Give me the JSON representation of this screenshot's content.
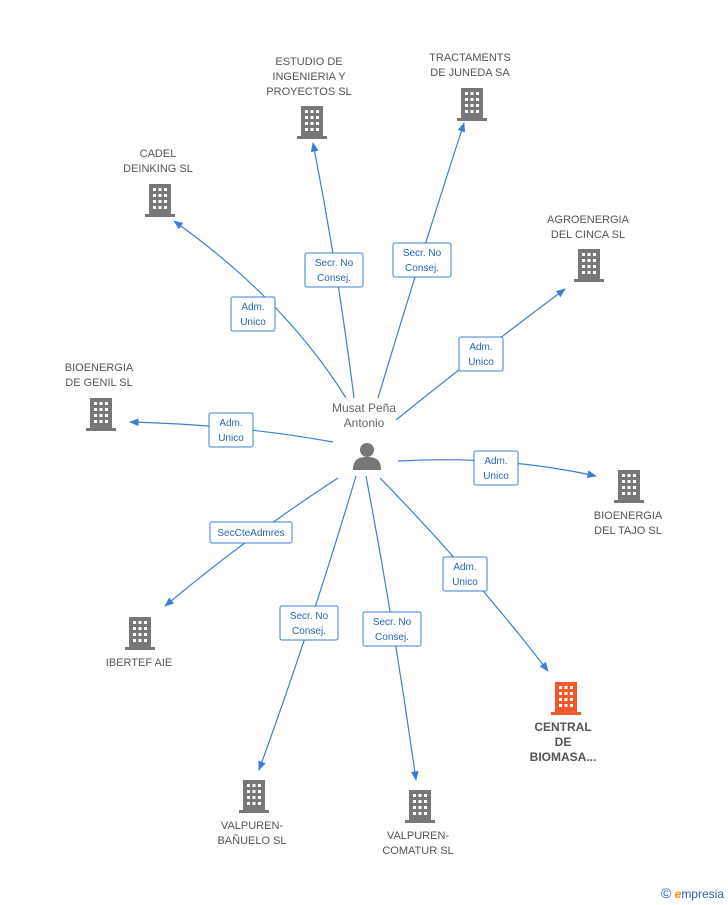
{
  "center": {
    "label_lines": [
      "Musat Peña",
      "Antonio"
    ],
    "icon": "person-icon"
  },
  "colors": {
    "edge": "#3b7fd4",
    "node": "#777777",
    "highlight": "#f05a28"
  },
  "nodes": [
    {
      "id": "estudio",
      "label_lines": [
        "ESTUDIO DE",
        "INGENIERIA Y",
        "PROYECTOS SL"
      ],
      "icon": "building-icon",
      "relation": [
        "Secr. No",
        "Consej."
      ]
    },
    {
      "id": "tractaments",
      "label_lines": [
        "TRACTAMENTS",
        "DE JUNEDA SA"
      ],
      "icon": "building-icon",
      "relation": [
        "Secr. No",
        "Consej."
      ]
    },
    {
      "id": "cadel",
      "label_lines": [
        "CADEL",
        "DEINKING SL"
      ],
      "icon": "building-icon",
      "relation": [
        "Adm.",
        "Unico"
      ]
    },
    {
      "id": "agroenergia",
      "label_lines": [
        "AGROENERGIA",
        "DEL CINCA SL"
      ],
      "icon": "building-icon",
      "relation": [
        "Adm.",
        "Unico"
      ]
    },
    {
      "id": "genil",
      "label_lines": [
        "BIOENERGIA",
        "DE GENIL SL"
      ],
      "icon": "building-icon",
      "relation": [
        "Adm.",
        "Unico"
      ]
    },
    {
      "id": "tajo",
      "label_lines": [
        "BIOENERGIA",
        "DEL TAJO SL"
      ],
      "icon": "building-icon",
      "relation": [
        "Adm.",
        "Unico"
      ]
    },
    {
      "id": "ibertef",
      "label_lines": [
        "IBERTEF AIE"
      ],
      "icon": "building-icon",
      "relation": [
        "SecCteAdmres"
      ]
    },
    {
      "id": "central",
      "label_lines": [
        "CENTRAL",
        "DE",
        "BIOMASA..."
      ],
      "icon": "building-icon",
      "relation": [
        "Adm.",
        "Unico"
      ],
      "highlight": true
    },
    {
      "id": "banuelo",
      "label_lines": [
        "VALPUREN-",
        "BAÑUELO SL"
      ],
      "icon": "building-icon",
      "relation": [
        "Secr. No",
        "Consej."
      ]
    },
    {
      "id": "comatur",
      "label_lines": [
        "VALPUREN-",
        "COMATUR SL"
      ],
      "icon": "building-icon",
      "relation": [
        "Secr. No",
        "Consej."
      ]
    }
  ],
  "footer": {
    "copyright": "©",
    "brand_initial": "e",
    "brand_rest": "mpresia"
  }
}
